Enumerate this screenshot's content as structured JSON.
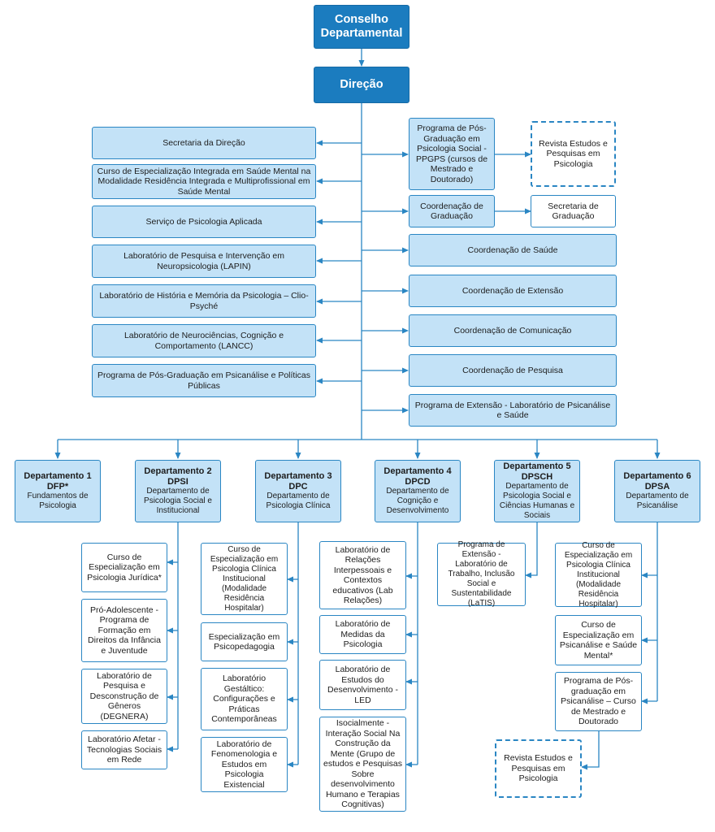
{
  "colors": {
    "primary": "#1b7cbf",
    "light_fill": "#c3e2f7",
    "border": "#2a86c3",
    "line": "#2a86c3"
  },
  "top": {
    "conselho": "Conselho Departamental",
    "direcao": "Direção"
  },
  "left_units": [
    "Secretaria da Direção",
    "Curso de Especialização Integrada em Saúde Mental na Modalidade Residência Integrada e Multiprofissional em Saúde Mental",
    "Serviço de Psicologia Aplicada",
    "Laboratório de Pesquisa e Intervenção em Neuropsicologia (LAPIN)",
    "Laboratório de História e Memória da Psicologia – Clio-Psyché",
    "Laboratório de Neurociências, Cognição e Comportamento (LANCC)",
    "Programa de Pós-Graduação em Psicanálise e Políticas Públicas"
  ],
  "right_units": {
    "ppgps": "Programa de Pós-Graduação em Psicologia Social - PPGPS (cursos de Mestrado e Doutorado)",
    "revista": "Revista Estudos e Pesquisas em Psicologia",
    "coord_grad": "Coordenação de Graduação",
    "sec_grad": "Secretaria de Graduação",
    "saude": "Coordenação de Saúde",
    "extensao": "Coordenação de Extensão",
    "comunicacao": "Coordenação de Comunicação",
    "pesquisa": "Coordenação de Pesquisa",
    "prog_ext": "Programa de Extensão - Laboratório de Psicanálise e Saúde"
  },
  "departments": [
    {
      "title": "Departamento 1",
      "code": "DFP*",
      "name": "Fundamentos de Psicologia"
    },
    {
      "title": "Departamento 2",
      "code": "DPSI",
      "name": "Departamento de Psicologia Social e Institucional"
    },
    {
      "title": "Departamento 3",
      "code": "DPC",
      "name": "Departamento de Psicologia Clínica"
    },
    {
      "title": "Departamento 4",
      "code": "DPCD",
      "name": "Departamento de Cognição e Desenvolvimento"
    },
    {
      "title": "Departamento 5",
      "code": "DPSCH",
      "name": "Departamento de Psicologia Social e Ciências Humanas e Sociais"
    },
    {
      "title": "Departamento 6",
      "code": "DPSA",
      "name": "Departamento de Psicanálise"
    }
  ],
  "dept2_units": [
    "Curso de Especialização em Psicologia Jurídica*",
    "Pró-Adolescente - Programa de Formação em Direitos da Infância e Juventude",
    "Laboratório de Pesquisa e Desconstrução de Gêneros (DEGNERA)",
    "Laboratório Afetar - Tecnologias Sociais em Rede"
  ],
  "dept3_units": [
    "Curso de Especialização em Psicologia Clínica Institucional (Modalidade Residência Hospitalar)",
    "Especialização em Psicopedagogia",
    "Laboratório Gestáltico: Configurações e Práticas Contemporâneas",
    "Laboratório de Fenomenologia e Estudos em Psicologia Existencial"
  ],
  "dept4_units": [
    "Laboratório de Relações Interpessoais e Contextos educativos (Lab Relações)",
    "Laboratório de Medidas da Psicologia",
    "Laboratório de Estudos do Desenvolvimento - LED",
    "Isocialmente - Interação Social Na Construção da Mente (Grupo de estudos e Pesquisas Sobre desenvolvimento Humano e Terapias Cognitivas)"
  ],
  "dept5_units": [
    "Programa de Extensão - Laboratório de Trabalho, Inclusão Social e Sustentabilidade (LaTIS)"
  ],
  "dept6_units": [
    "Curso de Especialização em Psicologia Clínica Institucional (Modalidade Residência Hospitalar)",
    "Curso de Especialização em Psicanálise e Saúde Mental*",
    "Programa de Pós-graduação em Psicanálise – Curso de Mestrado e Doutorado",
    "Revista Estudos e Pesquisas em Psicologia"
  ]
}
